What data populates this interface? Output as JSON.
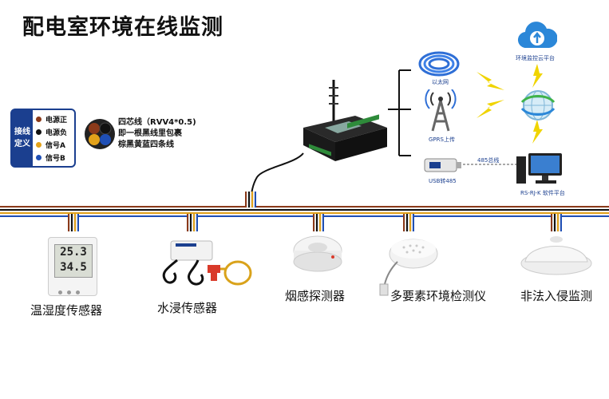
{
  "title": "配电室环境在线监测",
  "wiring_legend": {
    "heading": [
      "接线",
      "定义"
    ],
    "items": [
      {
        "label": "电源正",
        "color": "#8b3a1a"
      },
      {
        "label": "电源负",
        "color": "#111111"
      },
      {
        "label": "信号A",
        "color": "#e3a21a"
      },
      {
        "label": "信号B",
        "color": "#1f4fb5"
      }
    ]
  },
  "cable_note": [
    "四芯线（RVV4*0.5)",
    "即一根黑线里包裹",
    "棕黑黄蓝四条线"
  ],
  "network": {
    "ethernet": "以太网",
    "gprs": "GPRS上传",
    "usb485": "USB转485",
    "rs485_line": "485总线",
    "cloud": "环境监控云平台",
    "software": "RS-RJ-K 软件平台"
  },
  "devices": [
    {
      "label": "温湿度传感器",
      "display": [
        "25.3",
        "34.5"
      ]
    },
    {
      "label": "水浸传感器"
    },
    {
      "label": "烟感探测器"
    },
    {
      "label": "多要素环境检测仪"
    },
    {
      "label": "非法入侵监测"
    }
  ]
}
